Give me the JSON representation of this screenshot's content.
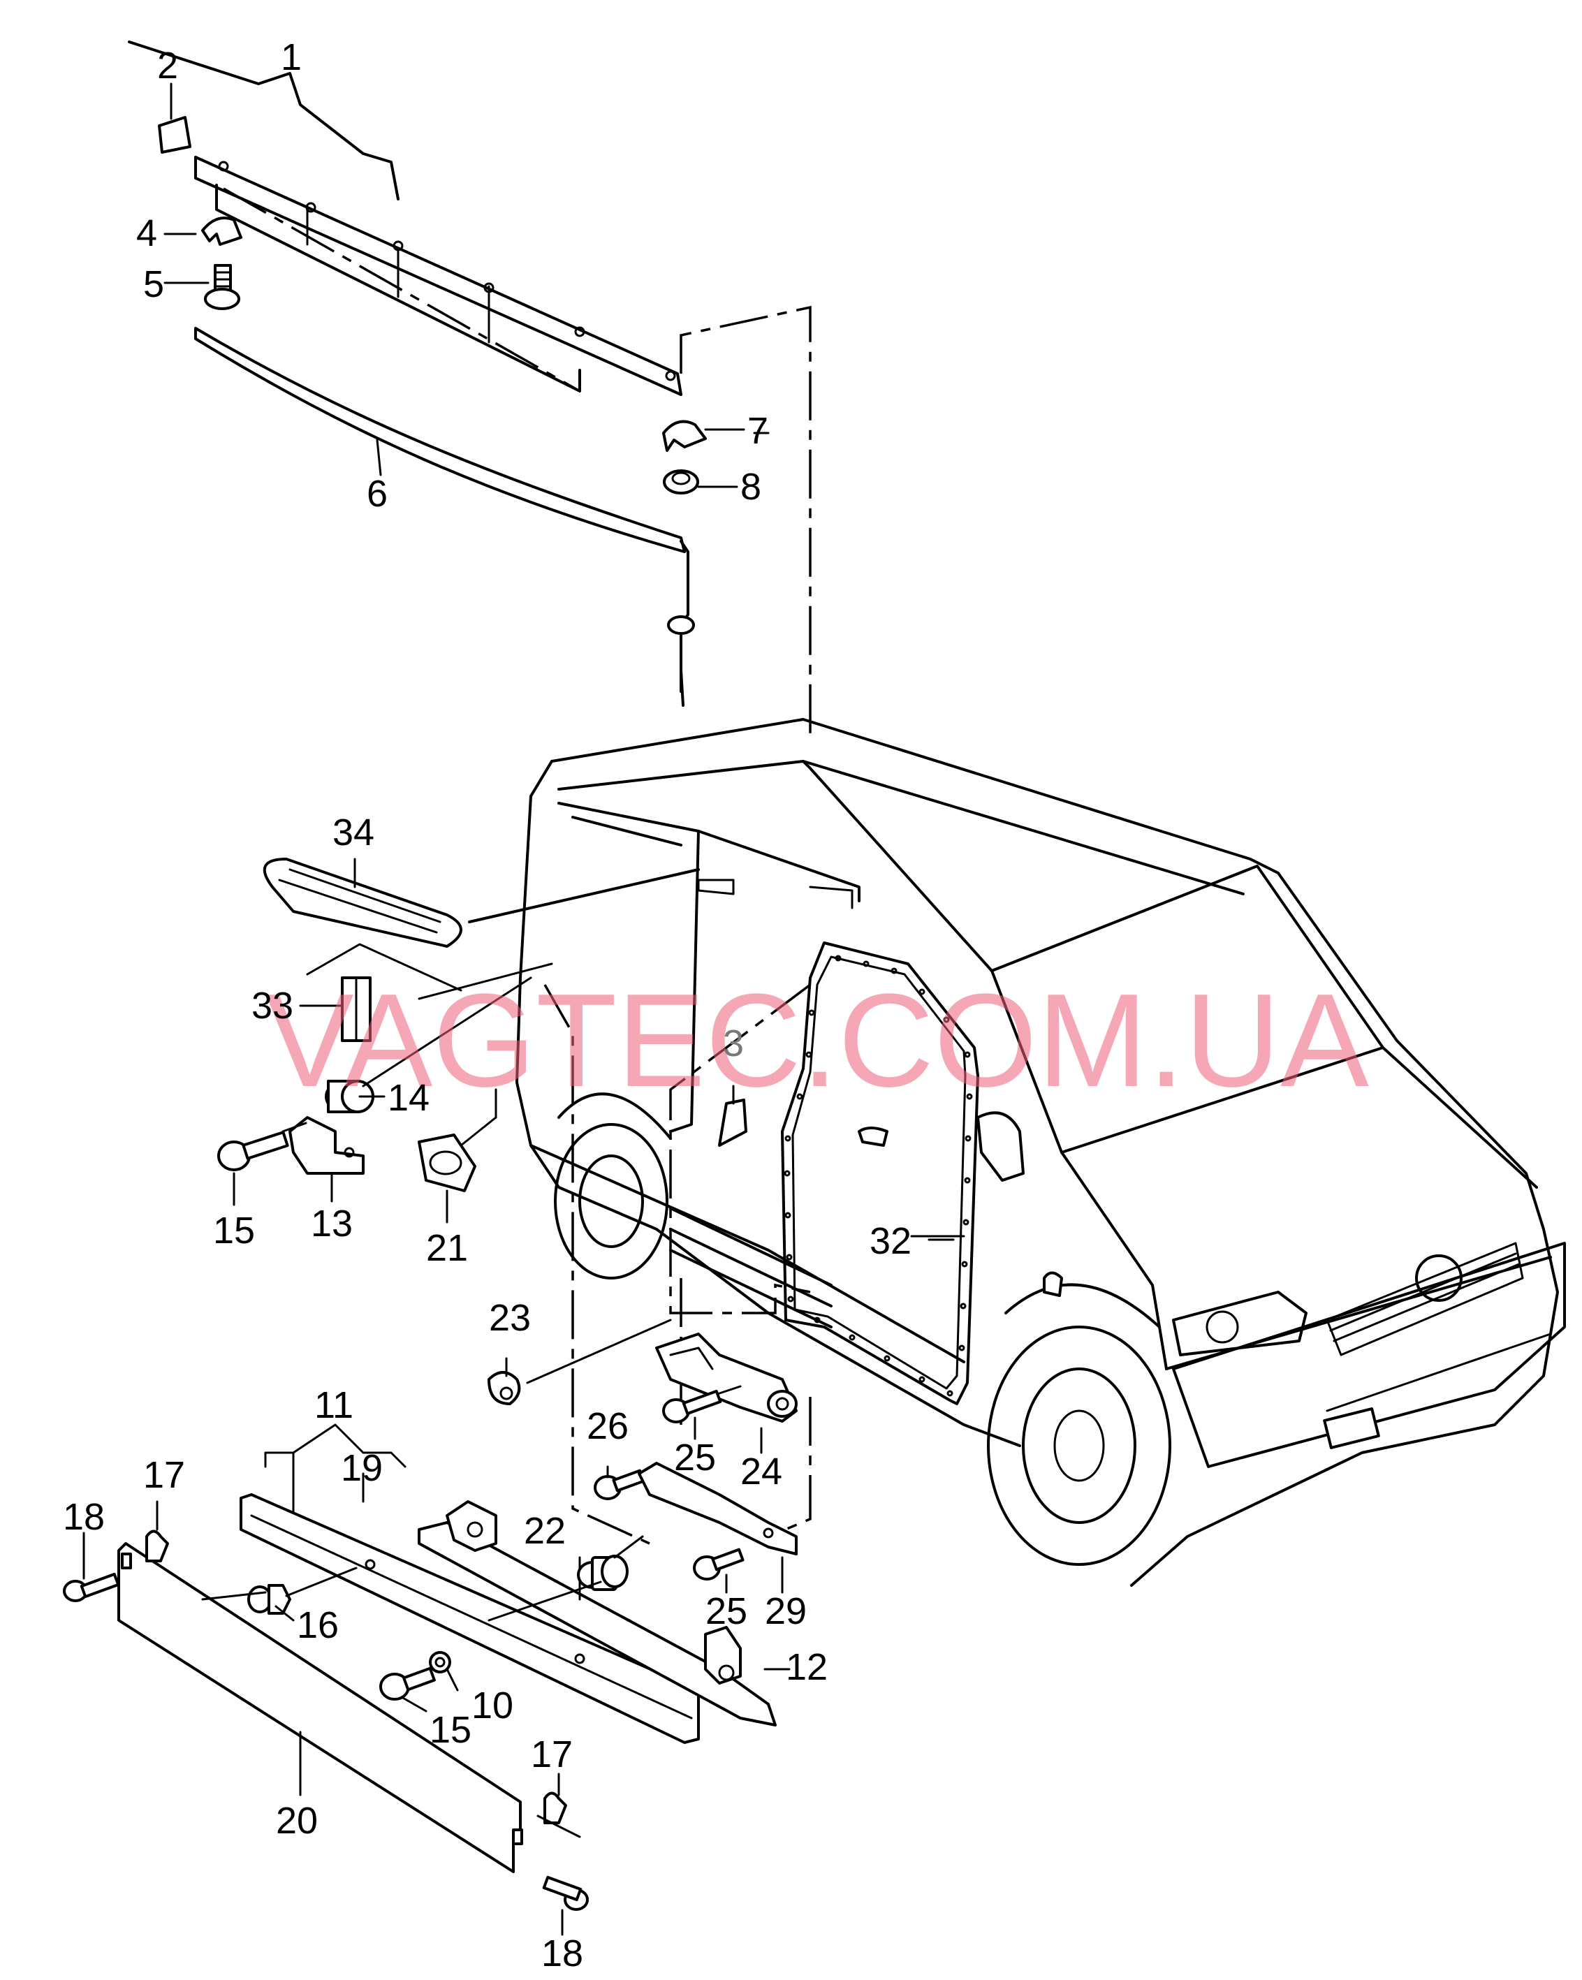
{
  "watermark": "VAGTEC.COM.UA",
  "callouts": {
    "c1": "1",
    "c2": "2",
    "c3": "3",
    "c4": "4",
    "c5": "5",
    "c6": "6",
    "c7": "7",
    "c8": "8",
    "c10": "10",
    "c11": "11",
    "c12": "12",
    "c13": "13",
    "c14": "14",
    "c15a": "15",
    "c15b": "15",
    "c16": "16",
    "c17a": "17",
    "c17b": "17",
    "c18a": "18",
    "c18b": "18",
    "c19": "19",
    "c20": "20",
    "c21": "21",
    "c22": "22",
    "c23": "23",
    "c24": "24",
    "c25a": "25",
    "c25b": "25",
    "c26": "26",
    "c29": "29",
    "c32": "32",
    "c33": "33",
    "c34": "34"
  }
}
